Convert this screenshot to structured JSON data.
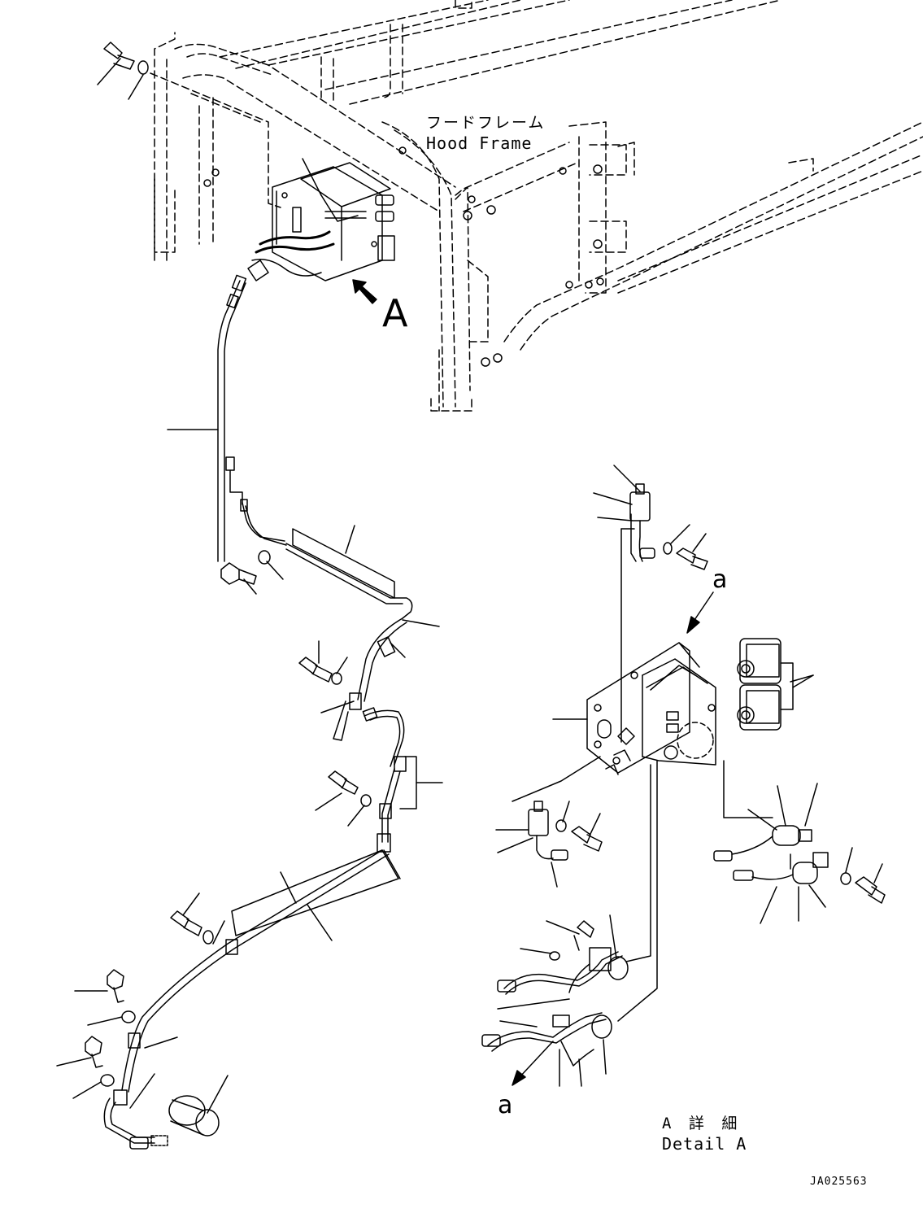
{
  "labels": {
    "hood_frame_jp": "フードフレーム",
    "hood_frame_en": "Hood Frame",
    "view_arrow": "A",
    "ref_a_top": "a",
    "ref_a_bottom": "a",
    "detail_jp": "A 詳 細",
    "detail_en": "Detail A",
    "drawing_code": "JA025563"
  }
}
